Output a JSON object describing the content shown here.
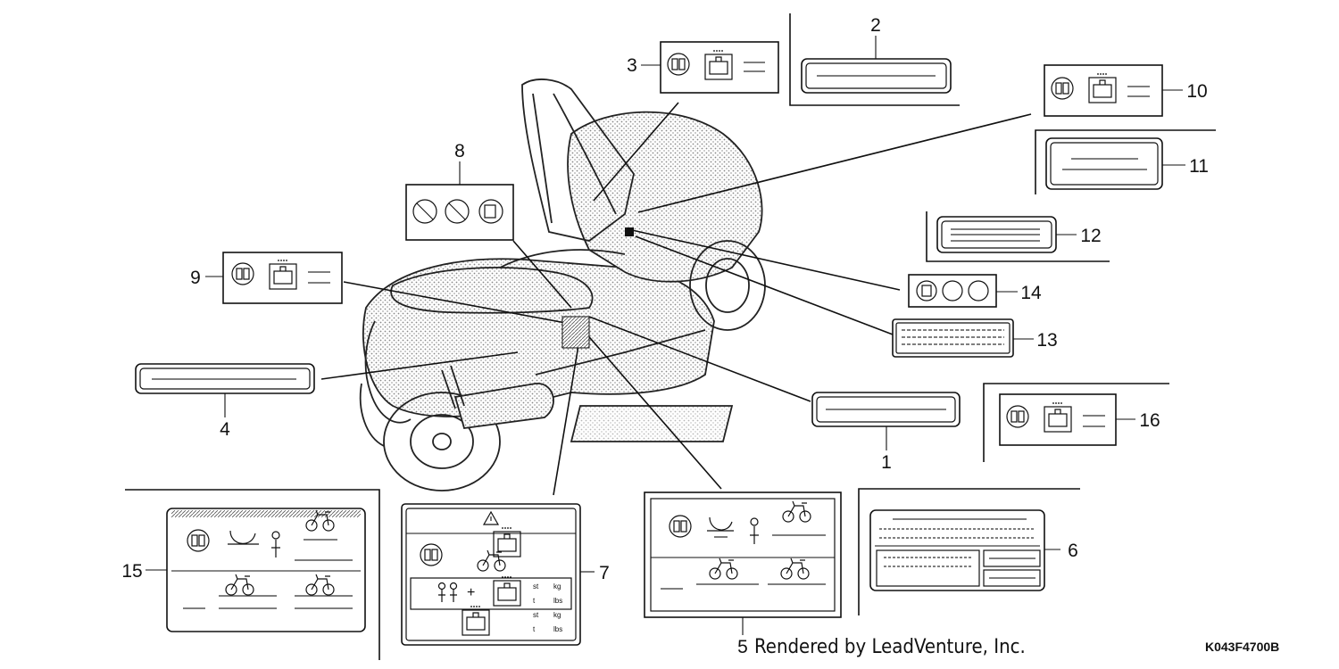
{
  "diagram": {
    "callouts": [
      "1",
      "2",
      "3",
      "4",
      "5",
      "6",
      "7",
      "8",
      "9",
      "10",
      "11",
      "12",
      "13",
      "14",
      "15",
      "16"
    ],
    "footer": "Rendered by LeadVenture, Inc.",
    "part_code": "K043F4700B",
    "label7_units": [
      "kg",
      "lbs"
    ]
  }
}
